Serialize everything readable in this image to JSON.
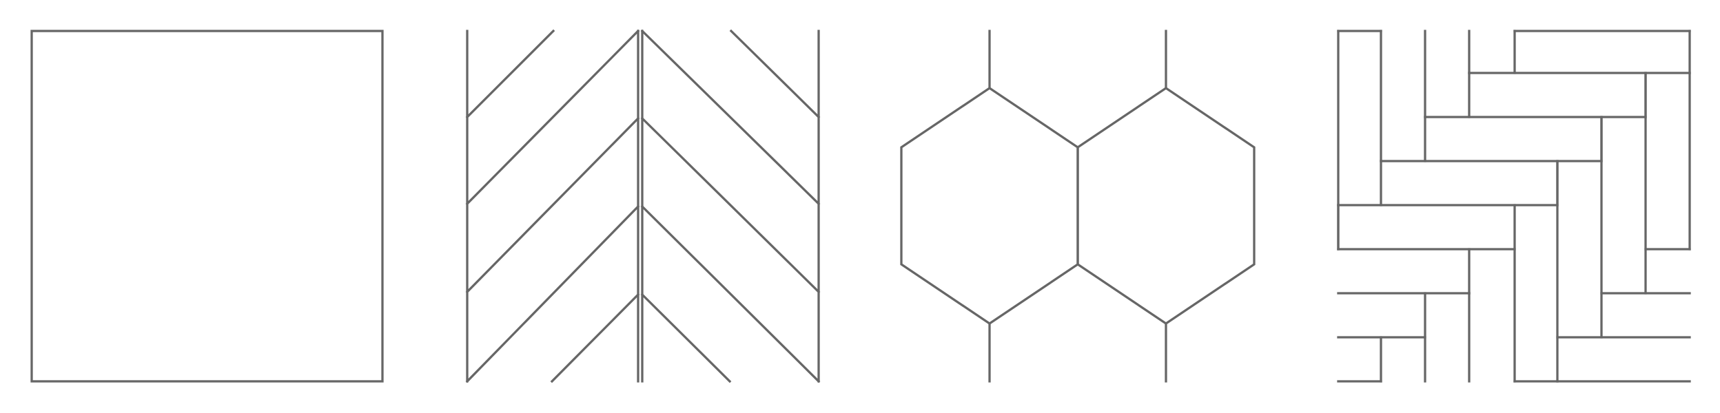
{
  "colors": {
    "line": "#666666",
    "background": "#ffffff"
  },
  "patterns": [
    {
      "id": "square",
      "icon": "square-tile-pattern-icon"
    },
    {
      "id": "herringbone",
      "icon": "herringbone-pattern-icon"
    },
    {
      "id": "hexagon",
      "icon": "hexagon-pattern-icon"
    },
    {
      "id": "basketweave",
      "icon": "basketweave-pattern-icon"
    }
  ]
}
